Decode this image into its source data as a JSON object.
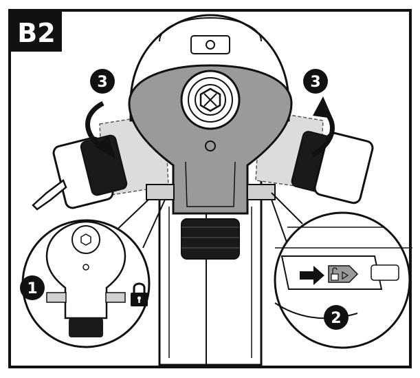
{
  "figure": {
    "tag": "B2",
    "steps": {
      "step1": "1",
      "step2": "2",
      "step3_left": "3",
      "step3_right": "3"
    },
    "icons": {
      "lock": "padlock-closed-icon",
      "unlock": "padlock-open-arrow-icon",
      "push": "push-arrow-icon",
      "rotate_left": "curved-arrow-down-icon",
      "rotate_right": "curved-arrow-up-icon"
    },
    "colors": {
      "ink": "#111111",
      "head_gray": "#9a9a9a",
      "light_gray": "#d6d6d6",
      "mid_gray": "#bdbdbd",
      "background": "#ffffff"
    }
  }
}
